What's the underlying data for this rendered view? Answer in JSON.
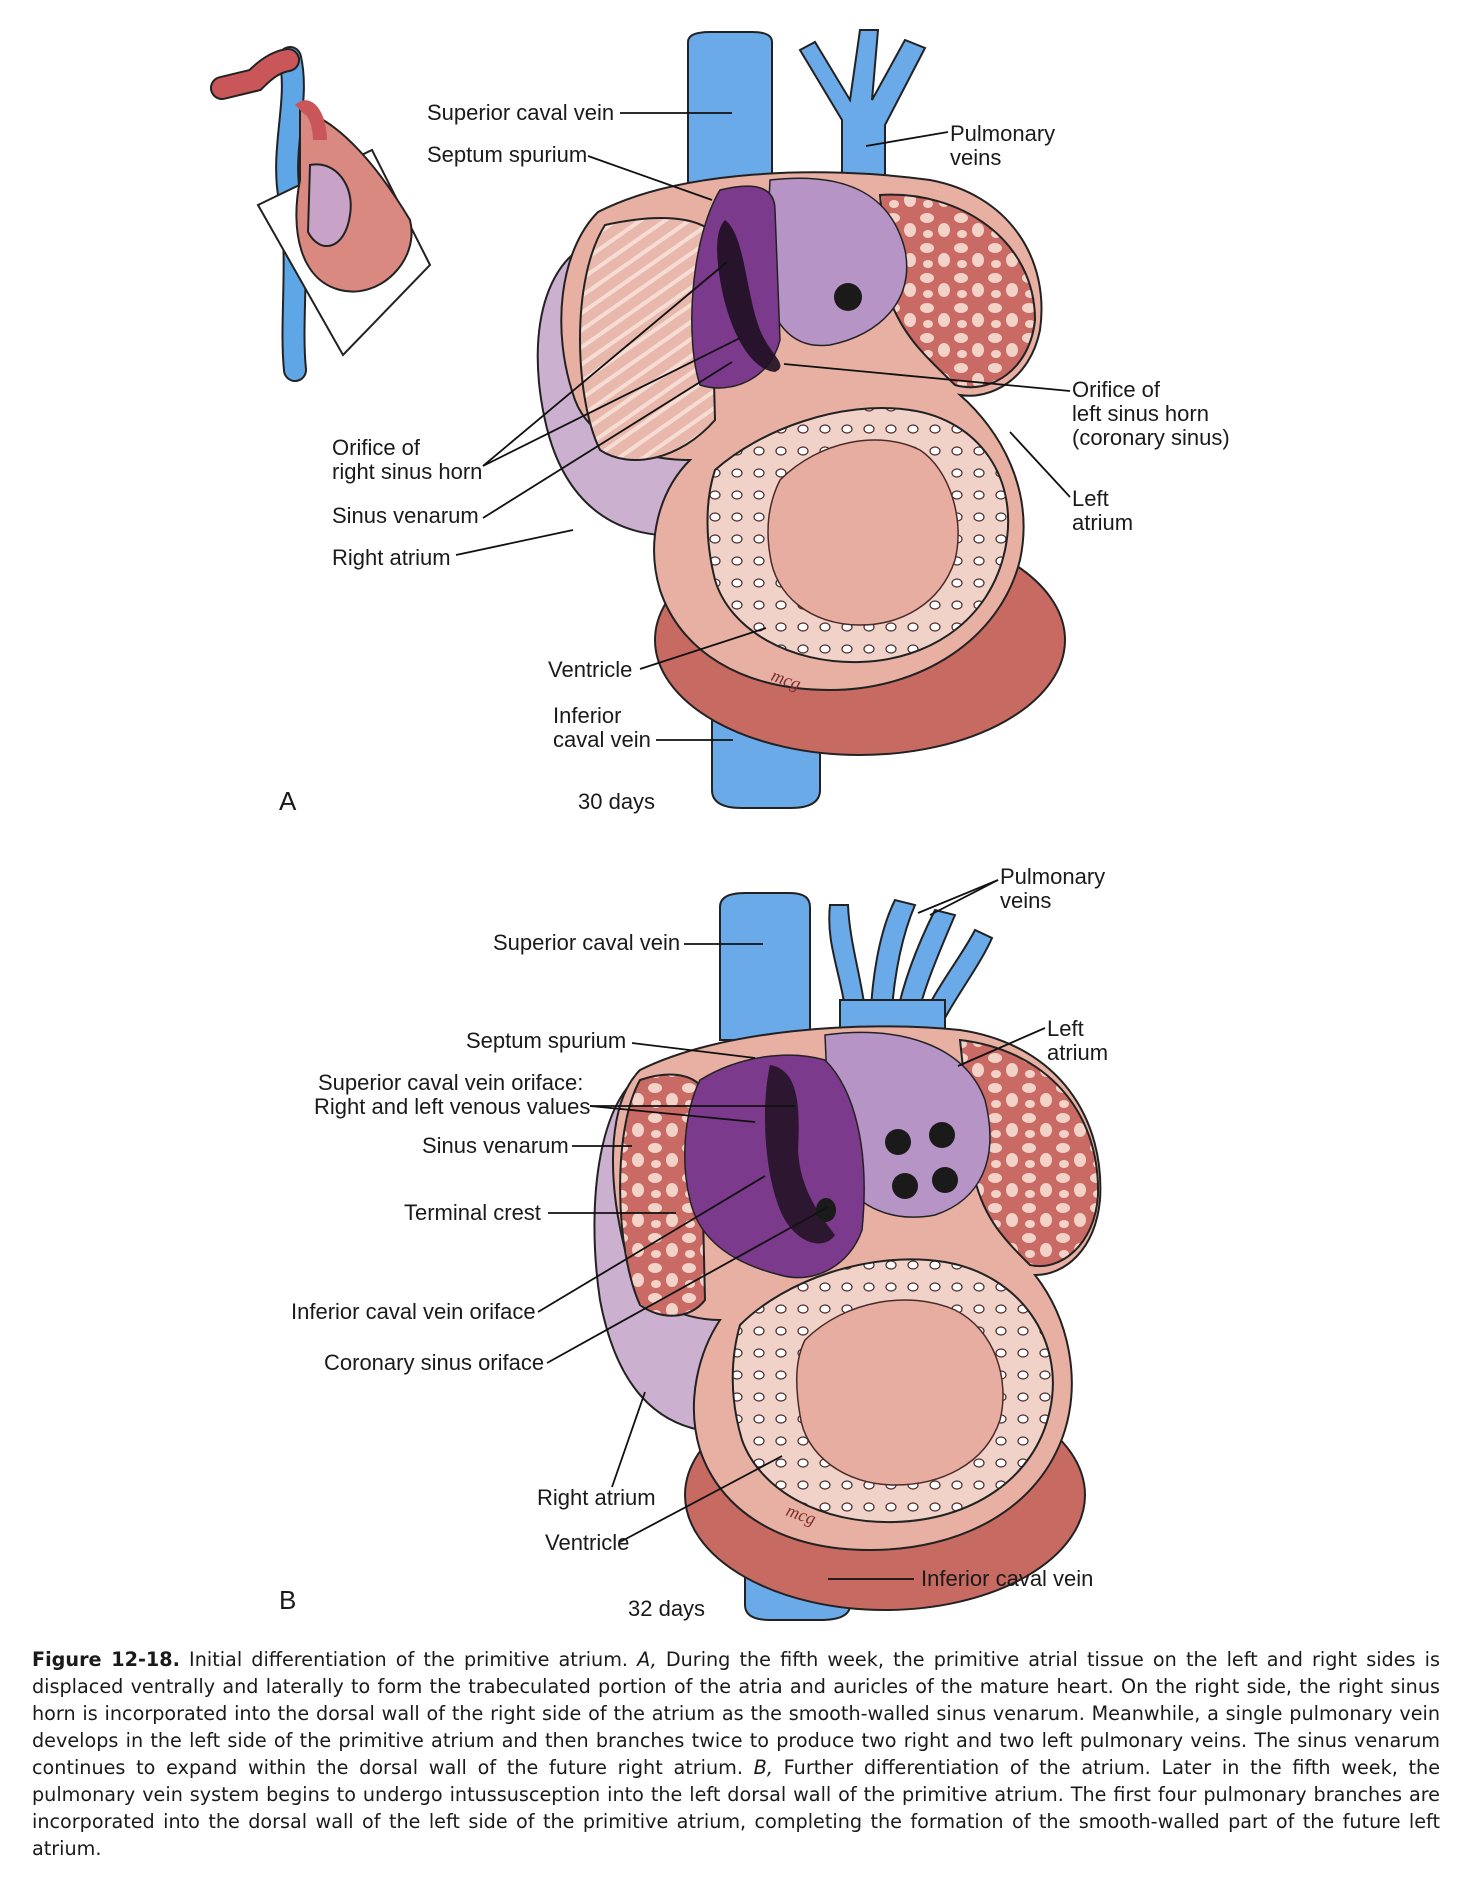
{
  "panel_a": {
    "letter": "A",
    "age": "30 days",
    "labels": {
      "superior_caval_vein": "Superior caval vein",
      "septum_spurium": "Septum spurium",
      "pulmonary_veins_1": "Pulmonary",
      "pulmonary_veins_2": "veins",
      "orifice_left_1": "Orifice of",
      "orifice_left_2": "left sinus horn",
      "orifice_left_3": "(coronary sinus)",
      "left_atrium_1": "Left",
      "left_atrium_2": "atrium",
      "orifice_right_1": "Orifice of",
      "orifice_right_2": "right sinus horn",
      "sinus_venarum": "Sinus venarum",
      "right_atrium": "Right atrium",
      "ventricle": "Ventricle",
      "inferior_caval_1": "Inferior",
      "inferior_caval_2": "caval vein"
    }
  },
  "panel_b": {
    "letter": "B",
    "age": "32 days",
    "labels": {
      "pulmonary_veins_1": "Pulmonary",
      "pulmonary_veins_2": "veins",
      "superior_caval_vein": "Superior caval vein",
      "left_atrium_1": "Left",
      "left_atrium_2": "atrium",
      "septum_spurium": "Septum spurium",
      "scv_orifice_1": "Superior caval vein oriface:",
      "scv_orifice_2": "Right and left venous values",
      "sinus_venarum": "Sinus venarum",
      "terminal_crest": "Terminal crest",
      "icv_orifice": "Inferior caval vein oriface",
      "coronary_sinus_orifice": "Coronary sinus oriface",
      "right_atrium": "Right atrium",
      "ventricle": "Ventricle",
      "inferior_caval_vein": "Inferior caval vein"
    }
  },
  "caption": {
    "figure_label": "Figure 12-18.",
    "t1": " Initial differentiation of the primitive atrium. ",
    "a_ref": "A,",
    "t2": " During the fifth week, the primitive atrial tissue on the left and right sides is displaced ventrally and laterally to form the trabeculated portion of the atria and auricles of the mature heart. On the right side, the right sinus horn is incorporated into the dorsal wall of the right side of the atrium as the smooth-walled sinus venarum. Meanwhile, a single pulmonary vein develops in the left side of the primitive atrium and then branches twice to produce two right and two left pulmonary veins. The sinus venarum continues to expand within the dorsal wall of the future right atrium. ",
    "b_ref": "B,",
    "t3": " Further differentiation of the atrium. Later in the fifth week, the pulmonary vein system begins to undergo intussusception into the left dorsal wall of the primitive atrium. The first four pulmonary branches are incorporated into the dorsal wall of the left side of the primitive atrium, completing the formation of the smooth-walled part of the future left atrium."
  },
  "colors": {
    "vein_blue": "#6aaae8",
    "artery_red": "#c9575a",
    "heart_pink": "#e2a79a",
    "heart_light": "#f1cfc5",
    "sinus_purple": "#7b3a8c",
    "left_atrium_lavender": "#b694c6",
    "right_atrium_mauve": "#cbb0cf"
  }
}
